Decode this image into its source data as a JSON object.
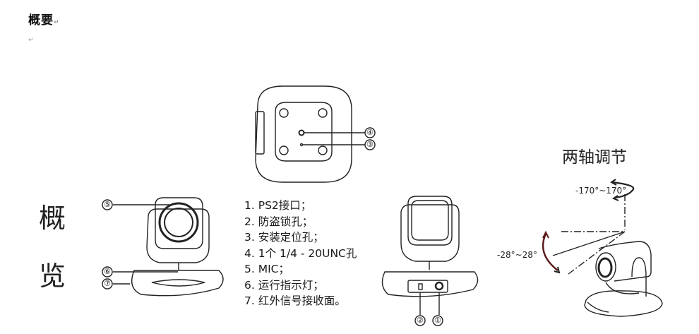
{
  "document": {
    "heading": "概要",
    "paragraph_mark": "↵"
  },
  "side_title": {
    "char1": "概",
    "char2": "览"
  },
  "legend": {
    "items": [
      "1. PS2接口；",
      "2. 防盗锁孔；",
      "3. 安装定位孔；",
      "4. 1个 1/4 - 20UNC孔",
      "5. MIC；",
      "6. 运行指示灯；",
      "7. 红外信号接收面。"
    ]
  },
  "callouts": {
    "c1": "①",
    "c2": "②",
    "c3": "③",
    "c4": "④",
    "c5": "⑤",
    "c6": "⑥",
    "c7": "⑦"
  },
  "axis_adjust": {
    "title": "两轴调节",
    "pan_range": "-170°~170°",
    "tilt_range": "-28°~28°"
  },
  "colors": {
    "line": "#222222",
    "arrow_accent": "#5a1a1a"
  }
}
